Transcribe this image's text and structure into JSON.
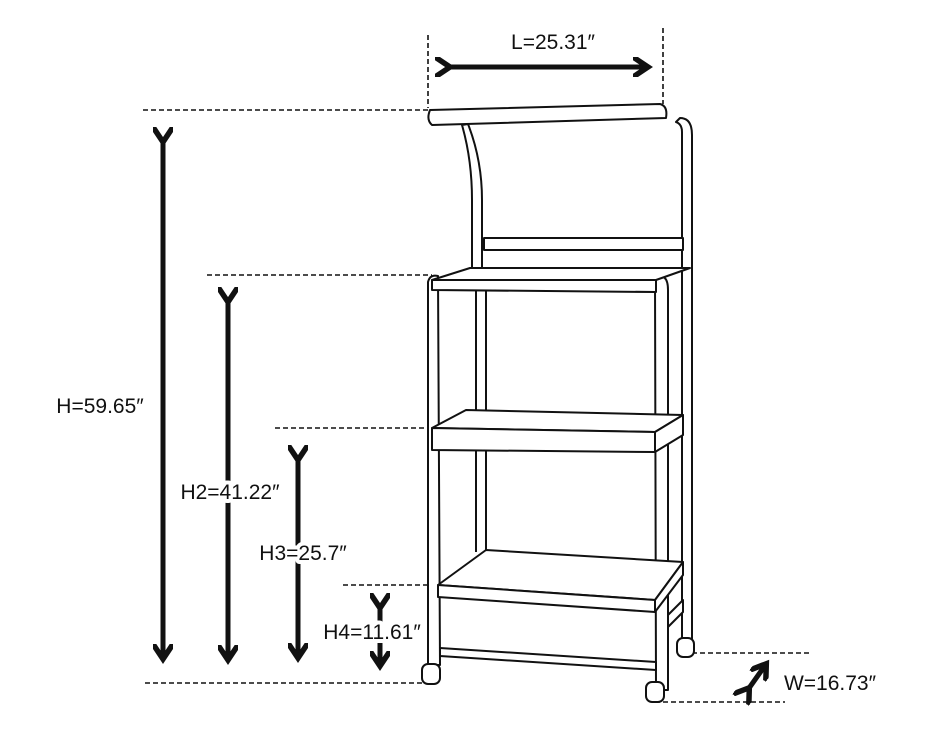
{
  "dimensions": {
    "length": "L=25.31″",
    "height": "H=59.65″",
    "height2": "H2=41.22″",
    "height3": "H3=25.7″",
    "height4": "H4=11.61″",
    "width": "W=16.73″"
  }
}
